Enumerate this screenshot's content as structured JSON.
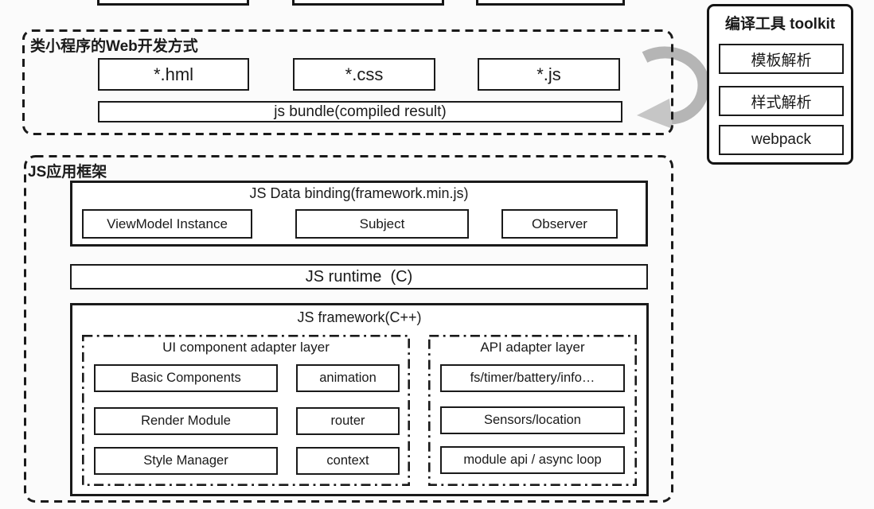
{
  "colors": {
    "ink": "#1a1a1a",
    "arrow": "#b5b5b5",
    "arrow_head": "#c6c6c6",
    "background": "#fbfbfb"
  },
  "toolkit": {
    "title": "编译工具 toolkit",
    "items": [
      "模板解析",
      "样式解析",
      "webpack"
    ]
  },
  "webdev": {
    "title": "类小程序的Web开发方式",
    "files": [
      "*.hml",
      "*.css",
      "*.js"
    ],
    "bundle": "js bundle(compiled result)"
  },
  "framework": {
    "title": "JS应用框架",
    "data_binding": {
      "title": "JS Data binding(framework.min.js)",
      "items": [
        "ViewModel Instance",
        "Subject",
        "Observer"
      ]
    },
    "runtime": "JS runtime  (C)",
    "js_framework": {
      "title": "JS framework(C++)",
      "ui_layer": {
        "title": "UI component adapter layer",
        "items": [
          "Basic Components",
          "animation",
          "Render Module",
          "router",
          "Style Manager",
          "context"
        ]
      },
      "api_layer": {
        "title": "API adapter layer",
        "items": [
          "fs/timer/battery/info…",
          "Sensors/location",
          "module api / async loop"
        ]
      }
    }
  }
}
